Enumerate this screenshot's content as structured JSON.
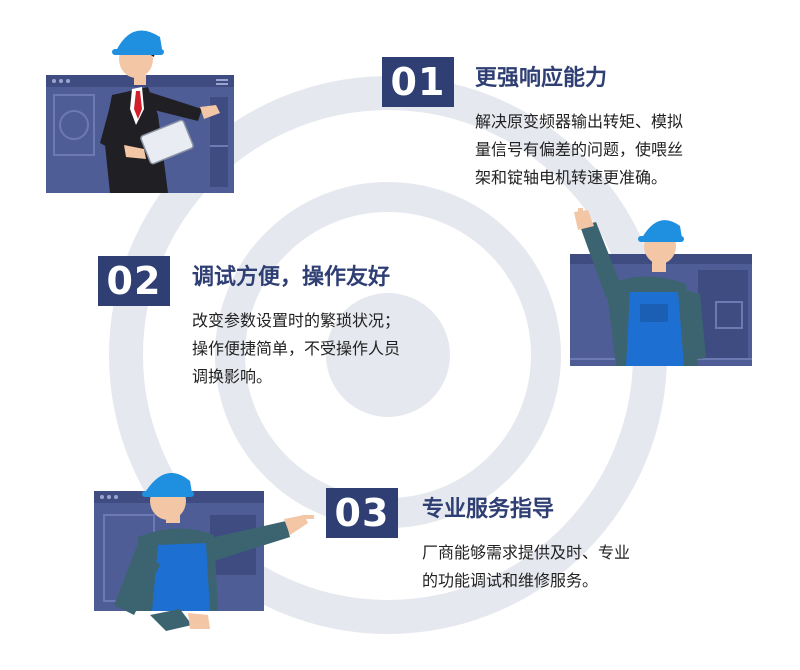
{
  "colors": {
    "navy": "#2f3f74",
    "ring": "#e6e8ef",
    "panel": "#4f5d97",
    "panel_dark": "#3f4c82",
    "helmet": "#1f8fe0",
    "overall": "#1d6fd1",
    "sleeve": "#3b6470",
    "skin": "#f3c6a5",
    "suit": "#1f1f24"
  },
  "items": [
    {
      "number": "01",
      "title": "更强响应能力",
      "desc": [
        "解决原变频器输出转矩、模拟",
        "量信号有偏差的问题，使喂丝",
        "架和锭轴电机转速更准确。"
      ],
      "scene_icon": "businessman-presenting-icon"
    },
    {
      "number": "02",
      "title": "调试方便，操作友好",
      "desc": [
        "改变参数设置时的繁琐状况；",
        "操作便捷简单，不受操作人员",
        "调换影响。"
      ],
      "scene_icon": "worker-pointing-up-icon"
    },
    {
      "number": "03",
      "title": "专业服务指导",
      "desc": [
        "厂商能够需求提供及时、专业",
        "的功能调试和维修服务。"
      ],
      "scene_icon": "worker-pointing-right-icon"
    }
  ]
}
